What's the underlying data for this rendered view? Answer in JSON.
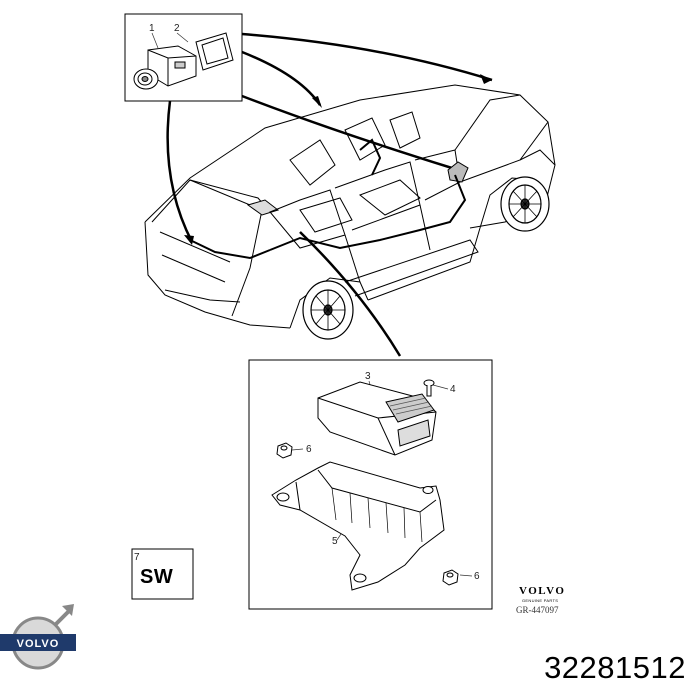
{
  "callouts": {
    "c1": "1",
    "c2": "2",
    "c3": "3",
    "c4": "4",
    "c5": "5",
    "c6a": "6",
    "c6b": "6",
    "c7": "7"
  },
  "software_label": "SW",
  "brand_mini": "VOLVO",
  "brand_sub": "GENUINE PARTS",
  "reference_code": "GR-447097",
  "logo_text": "VOLVO",
  "part_number": "32281512"
}
